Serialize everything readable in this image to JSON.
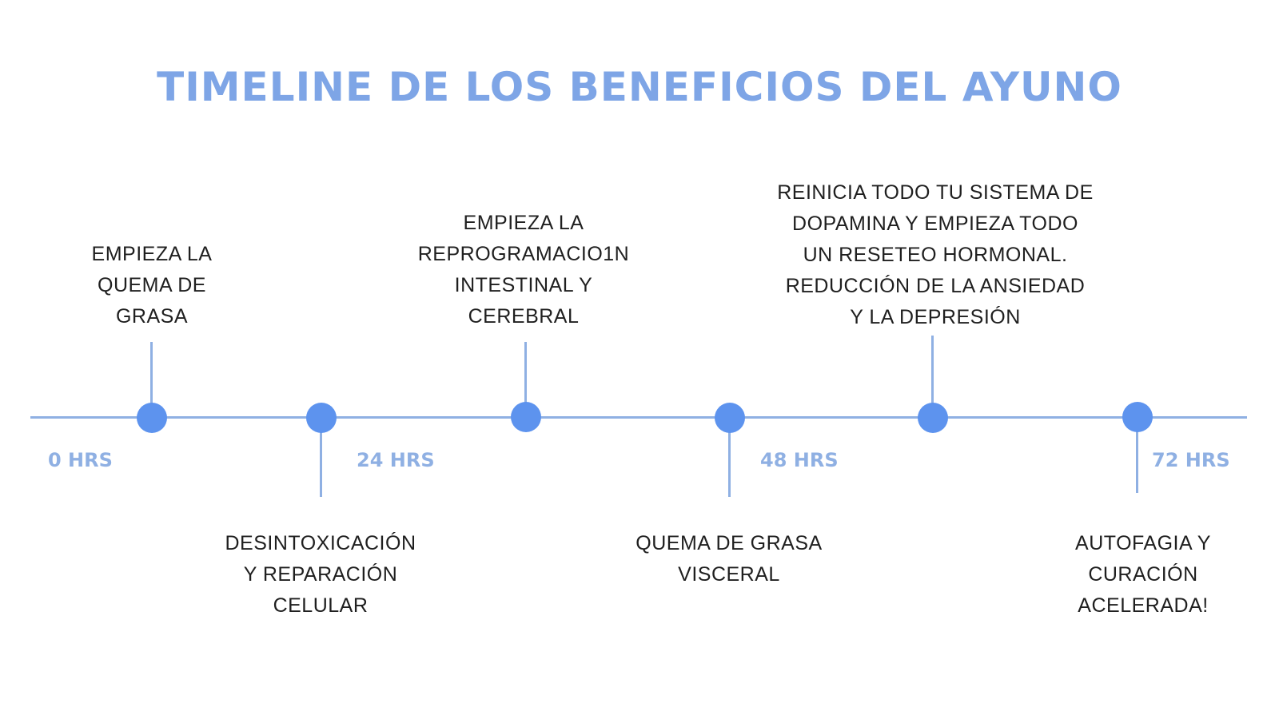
{
  "title": "TIMELINE DE LOS BENEFICIOS DEL AYUNO",
  "colors": {
    "title": "#7ea5e6",
    "line": "#8fb0e3",
    "dot": "#5d93ee",
    "text": "#1f1f1f"
  },
  "hour_marks": [
    "0 HRS",
    "24 HRS",
    "48 HRS",
    "72 HRS"
  ],
  "milestones": [
    {
      "lines": [
        "EMPIEZA LA",
        "QUEMA DE",
        "GRASA"
      ]
    },
    {
      "lines": [
        "DESINTOXICACIÓN",
        "Y REPARACIÓN",
        "CELULAR"
      ]
    },
    {
      "lines": [
        "EMPIEZA LA",
        "REPROGRAMACIO1N",
        "INTESTINAL Y",
        "CEREBRAL"
      ]
    },
    {
      "lines": [
        "QUEMA DE GRASA",
        "VISCERAL"
      ]
    },
    {
      "lines": [
        "REINICIA TODO TU SISTEMA DE",
        "DOPAMINA Y EMPIEZA TODO",
        "UN RESETEO HORMONAL.",
        "REDUCCIÓN DE LA ANSIEDAD",
        "Y LA DEPRESIÓN"
      ]
    },
    {
      "lines": [
        "AUTOFAGIA Y",
        "CURACIÓN",
        "ACELERADA!"
      ]
    }
  ]
}
